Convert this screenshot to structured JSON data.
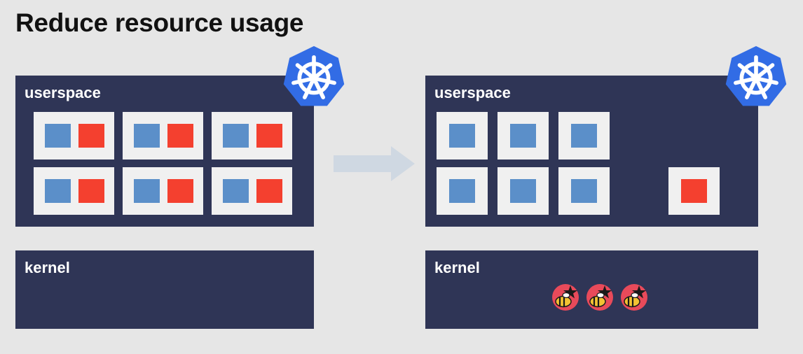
{
  "slide": {
    "title": "Reduce resource usage"
  },
  "left": {
    "userspace_label": "userspace",
    "kernel_label": "kernel",
    "pods": [
      {
        "containers": [
          "blue",
          "red"
        ]
      },
      {
        "containers": [
          "blue",
          "red"
        ]
      },
      {
        "containers": [
          "blue",
          "red"
        ]
      },
      {
        "containers": [
          "blue",
          "red"
        ]
      },
      {
        "containers": [
          "blue",
          "red"
        ]
      },
      {
        "containers": [
          "blue",
          "red"
        ]
      }
    ],
    "kernel_programs": 0
  },
  "right": {
    "userspace_label": "userspace",
    "kernel_label": "kernel",
    "pods": [
      {
        "containers": [
          "blue"
        ]
      },
      {
        "containers": [
          "blue"
        ]
      },
      {
        "containers": [
          "blue"
        ]
      },
      {
        "containers": [
          "blue"
        ]
      },
      {
        "containers": [
          "blue"
        ]
      },
      {
        "containers": [
          "blue"
        ]
      },
      {
        "containers": [
          "red"
        ]
      }
    ],
    "kernel_programs": 3
  },
  "icons": {
    "cluster_logo": "kubernetes-helm-icon",
    "kernel_program": "ebpf-bee-icon",
    "transition": "arrow-right-icon"
  },
  "colors": {
    "panel": "#2f3556",
    "background": "#e6e6e6",
    "pod": "#f0f0f0",
    "container_primary": "#5b8fc9",
    "container_sidecar": "#f4402f",
    "kubernetes_blue": "#326ce5",
    "arrow": "#cfd8e2"
  }
}
